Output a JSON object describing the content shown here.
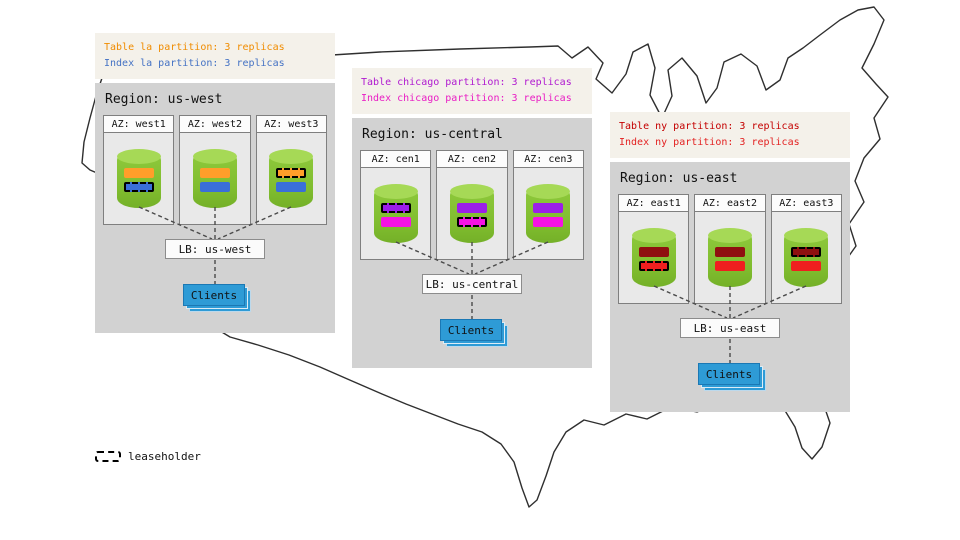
{
  "legend": {
    "label": "leaseholder"
  },
  "colors": {
    "region_bg": "#d2d2d2",
    "az_bg": "#e9e9e9",
    "cylinder_green": "#8cc63f",
    "clients_blue": "#2e9bd6"
  },
  "regions": [
    {
      "name": "us-west",
      "title": "Region: us-west",
      "annotation": {
        "lines": [
          {
            "text": "Table la partition: 3 replicas",
            "color": "#f08c00"
          },
          {
            "text": "Index la partition: 3 replicas",
            "color": "#4472c4"
          }
        ]
      },
      "table_color": "#ff9e2a",
      "index_color": "#3a6fd8",
      "azs": [
        {
          "label": "AZ: west1",
          "table_lease": false,
          "index_lease": true
        },
        {
          "label": "AZ: west2",
          "table_lease": false,
          "index_lease": false
        },
        {
          "label": "AZ: west3",
          "table_lease": true,
          "index_lease": false
        }
      ],
      "lb_label": "LB: us-west",
      "clients_label": "Clients"
    },
    {
      "name": "us-central",
      "title": "Region: us-central",
      "annotation": {
        "lines": [
          {
            "text": "Table chicago partition: 3 replicas",
            "color": "#b01ad0"
          },
          {
            "text": "Index chicago partition: 3 replicas",
            "color": "#e91ec4"
          }
        ]
      },
      "table_color": "#9b1fe8",
      "index_color": "#f513e4",
      "azs": [
        {
          "label": "AZ: cen1",
          "table_lease": true,
          "index_lease": false
        },
        {
          "label": "AZ: cen2",
          "table_lease": false,
          "index_lease": true
        },
        {
          "label": "AZ: cen3",
          "table_lease": false,
          "index_lease": false
        }
      ],
      "lb_label": "LB: us-central",
      "clients_label": "Clients"
    },
    {
      "name": "us-east",
      "title": "Region: us-east",
      "annotation": {
        "lines": [
          {
            "text": "Table ny partition: 3 replicas",
            "color": "#c40000"
          },
          {
            "text": "Index ny partition: 3 replicas",
            "color": "#e32222"
          }
        ]
      },
      "table_color": "#8f1010",
      "index_color": "#ef1f1f",
      "azs": [
        {
          "label": "AZ: east1",
          "table_lease": false,
          "index_lease": true
        },
        {
          "label": "AZ: east2",
          "table_lease": false,
          "index_lease": false
        },
        {
          "label": "AZ: east3",
          "table_lease": true,
          "index_lease": false
        }
      ],
      "lb_label": "LB: us-east",
      "clients_label": "Clients"
    }
  ]
}
